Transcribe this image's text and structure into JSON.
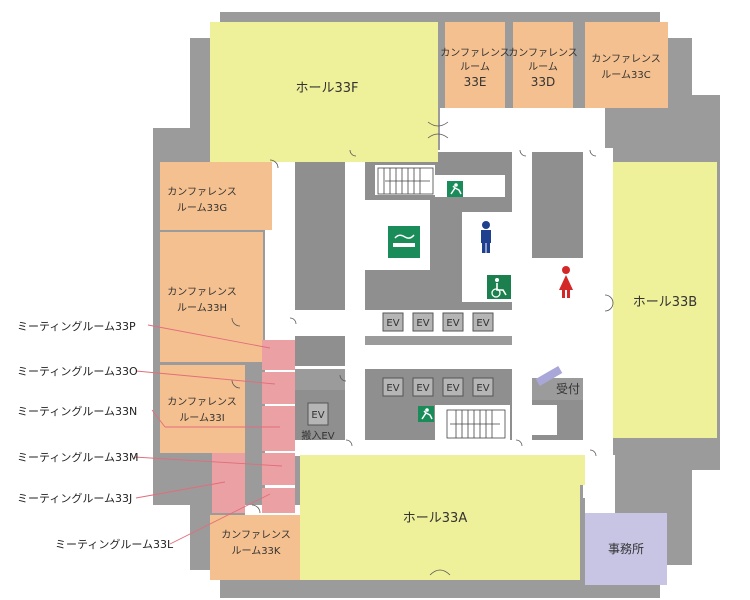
{
  "colors": {
    "building": "#9b9b9b",
    "corridor": "#ffffff",
    "hall": "#eff09a",
    "conference": "#f5c08f",
    "meeting": "#eba1a3",
    "office": "#c7c5e3",
    "core": "#8f8f8f",
    "exit_sign": "#1a8c5a",
    "toilet_men": "#1f3f8f",
    "toilet_women": "#d42828",
    "accessible": "#1c7f4e",
    "leader_line": "#e26d7b"
  },
  "rooms": {
    "hall_33f": "ホール33F",
    "hall_33b": "ホール33B",
    "hall_33a": "ホール33A",
    "conf_33e": [
      "カンファレンス",
      "ルーム",
      "33E"
    ],
    "conf_33d": [
      "カンファレンス",
      "ルーム",
      "33D"
    ],
    "conf_33c": [
      "カンファレンス",
      "ルーム33C"
    ],
    "conf_33g": [
      "カンファレンス",
      "ルーム33G"
    ],
    "conf_33h": [
      "カンファレンス",
      "ルーム33H"
    ],
    "conf_33i": [
      "カンファレンス",
      "ルーム33I"
    ],
    "conf_33k": [
      "カンファレンス",
      "ルーム33K"
    ],
    "office": "事務所",
    "reception": "受付",
    "freight_ev": "搬入EV",
    "ev": "EV"
  },
  "callouts": {
    "p": "ミーティングルーム33P",
    "o": "ミーティングルーム33O",
    "n": "ミーティングルーム33N",
    "m": "ミーティングルーム33M",
    "j": "ミーティングルーム33J",
    "l": "ミーティングルーム33L"
  },
  "icons": {
    "exit": "emergency-exit-icon",
    "smoking": "smoking-area-icon",
    "men": "mens-toilet-icon",
    "women": "womens-toilet-icon",
    "accessible": "accessible-toilet-icon"
  }
}
